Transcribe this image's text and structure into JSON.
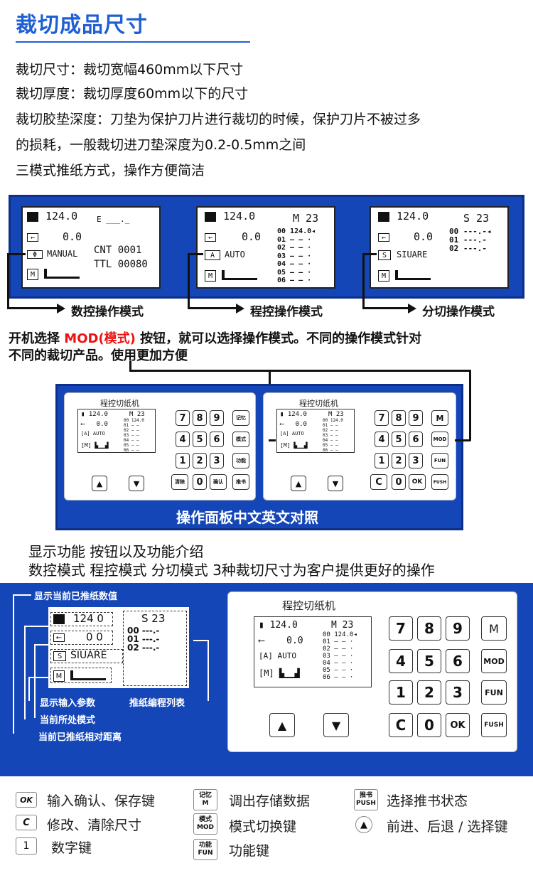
{
  "title": "裁切成品尺寸",
  "specs": [
    "裁切尺寸：裁切宽幅460mm以下尺寸",
    "裁切厚度：裁切厚度60mm以下的尺寸",
    "裁切胶垫深度：刀垫为保护刀片进行裁切的时候，保护刀片不被过多",
    "的损耗，一般裁切进刀垫深度为0.2-0.5mm之间",
    "三模式推纸方式，操作方便简洁"
  ],
  "screens": {
    "numeric": {
      "push": "124.0",
      "dist": "0.0",
      "mode": "MANUAL",
      "cnt": "CNT 0001",
      "ttl": "TTL 00080",
      "e": "E ___._"
    },
    "program": {
      "push": "124.0",
      "dist": "0.0",
      "mode": "AUTO",
      "prog": "M 23",
      "rows": [
        "00 124.0◂",
        "01 — — ·",
        "02 — — ·",
        "03 — — ·",
        "04 — — ·",
        "05 — — ·",
        "06 — — ·"
      ]
    },
    "split": {
      "push": "124.0",
      "dist": "0.0",
      "mode": "SIUARE",
      "prog": "S 23",
      "rows": [
        "00 ---.-◂",
        "01 ---.-",
        "02 ---.-"
      ]
    }
  },
  "mode_labels": [
    "数控操作模式",
    "程控操作模式",
    "分切操作模式"
  ],
  "headline": {
    "part1": "开机选择 ",
    "mod": "MOD(模式)",
    "part2": " 按钮，就可以选择操作模式。不同的操作模式针对",
    "line2": "不同的裁切产品。使用更加方便"
  },
  "panel_title": "程控切纸机",
  "cn_keys": [
    "7",
    "8",
    "9",
    "记忆",
    "4",
    "5",
    "6",
    "模式",
    "1",
    "2",
    "3",
    "功能",
    "清除",
    "0",
    "确认",
    "推书"
  ],
  "en_keys": [
    "7",
    "8",
    "9",
    "M",
    "4",
    "5",
    "6",
    "MOD",
    "1",
    "2",
    "3",
    "FUN",
    "C",
    "0",
    "OK",
    "FUSH"
  ],
  "band_caption": "操作面板中文英文对照",
  "section2": [
    "显示功能 按钮以及功能介绍",
    "数控模式 程控模式 分切模式 3种裁切尺寸为客户提供更好的操作"
  ],
  "callouts": {
    "push_value": "显示当前已推纸数值",
    "input_param": "显示输入参数",
    "current_mode": "当前所处模式",
    "rel_dist": "当前已推纸相对距离",
    "prog_list": "推纸编程列表"
  },
  "big_screen": {
    "push": "124 0",
    "dist": "0 0",
    "mode": "SIUARE",
    "prog": "S 23",
    "rows": [
      "00 ---.-",
      "01 ---.-",
      "02 ---.-"
    ]
  },
  "legend": [
    {
      "key": "OK",
      "text": "输入确认、保存键"
    },
    {
      "key": "记忆\nM",
      "text": "调出存储数据"
    },
    {
      "key": "推书\nPUSH",
      "text": "选择推书状态"
    },
    {
      "key": "C",
      "text": "修改、清除尺寸"
    },
    {
      "key": "模式\nMOD",
      "text": "模式切换键"
    },
    {
      "key": "▲",
      "text": "前进、后退 / 选择键"
    },
    {
      "key": "1",
      "text": "数字键"
    },
    {
      "key": "功能\nFUN",
      "text": "功能键"
    }
  ],
  "colors": {
    "brand_blue": "#1446b8",
    "title_blue": "#1f5fd6",
    "accent_red": "#ee1111"
  }
}
